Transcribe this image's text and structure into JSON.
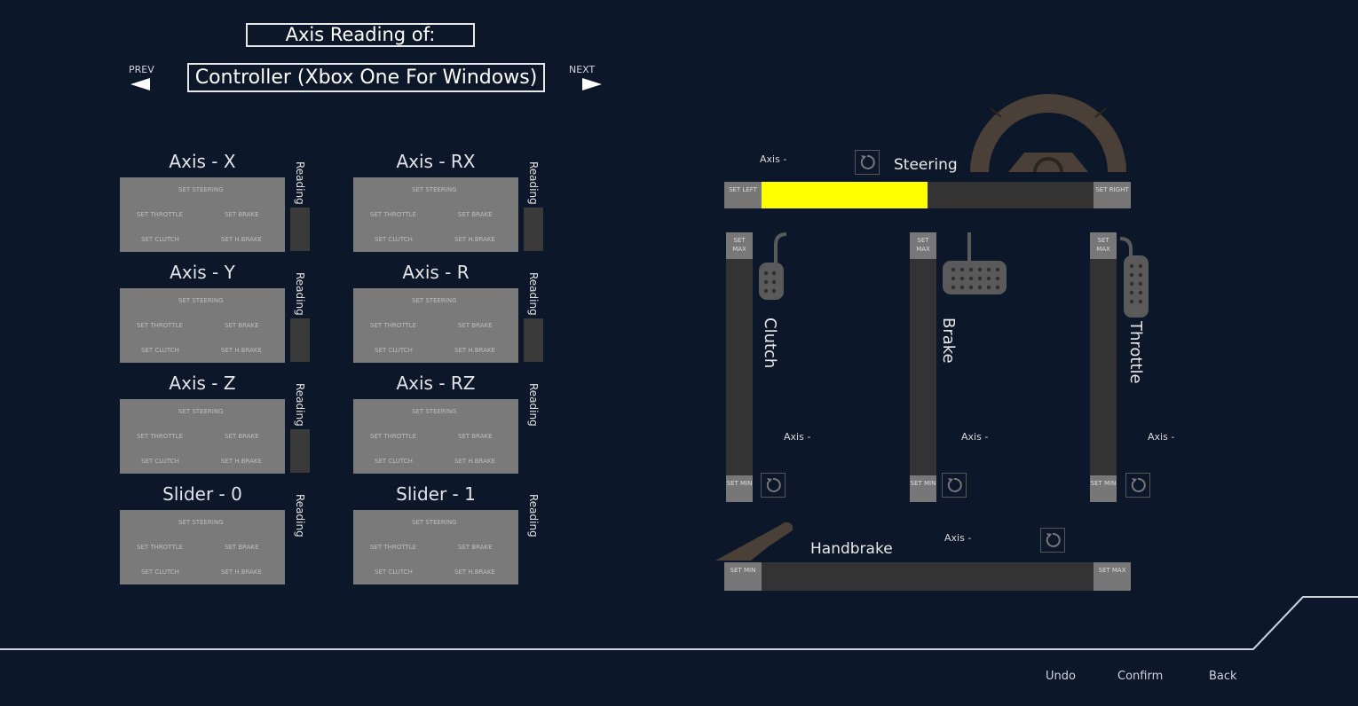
{
  "header": {
    "title": "Axis Reading of:",
    "controller": "Controller (Xbox One For Windows)",
    "prev_label": "PREV",
    "next_label": "NEXT"
  },
  "card_labels": {
    "steering": "SET STEERING",
    "throttle": "SET THROTTLE",
    "brake": "SET BRAKE",
    "clutch": "SET CLUTCH",
    "hbrake": "SET H.BRAKE"
  },
  "reading_label": "Reading",
  "axes": [
    {
      "name": "Axis - X"
    },
    {
      "name": "Axis - RX"
    },
    {
      "name": "Axis - Y"
    },
    {
      "name": "Axis - R"
    },
    {
      "name": "Axis - Z"
    },
    {
      "name": "Axis - RZ"
    },
    {
      "name": "Slider - 0"
    },
    {
      "name": "Slider - 1"
    }
  ],
  "steering": {
    "label": "Steering",
    "axis": "Axis -",
    "set_left": "SET LEFT",
    "set_right": "SET RIGHT",
    "fill_fraction": 0.5,
    "fill_color": "#ffff00"
  },
  "pedals": {
    "clutch": {
      "label": "Clutch",
      "axis": "Axis -"
    },
    "brake": {
      "label": "Brake",
      "axis": "Axis -"
    },
    "throttle": {
      "label": "Throttle",
      "axis": "Axis -"
    },
    "set_max": "SET MAX",
    "set_min": "SET MIN"
  },
  "handbrake": {
    "label": "Handbrake",
    "axis": "Axis -",
    "set_min": "SET MIN",
    "set_max": "SET MAX"
  },
  "footer": {
    "undo": "Undo",
    "confirm": "Confirm",
    "back": "Back"
  }
}
